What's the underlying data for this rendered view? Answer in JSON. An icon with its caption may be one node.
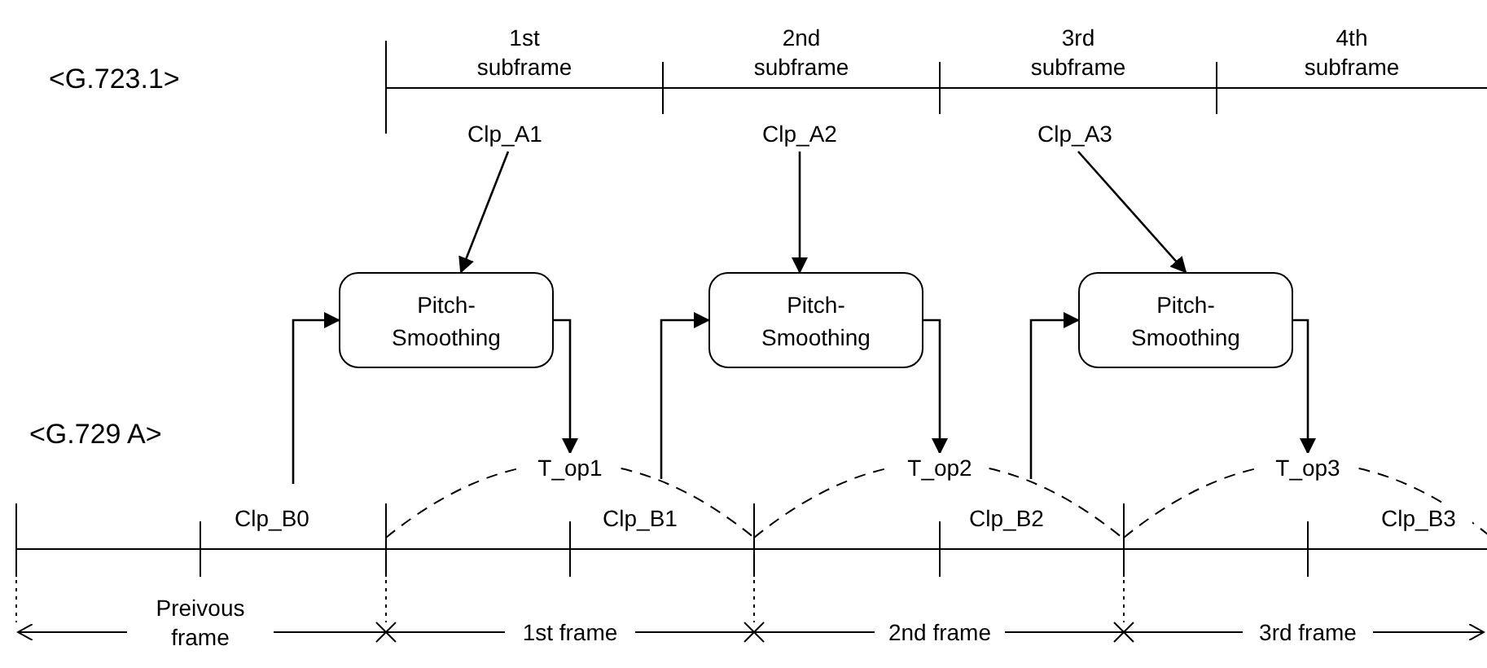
{
  "diagram": {
    "nodes": [
      {
        "text": [
          "Clp_A1"
        ]
      },
      {
        "text": [
          "Clp_A2"
        ]
      },
      {
        "text": [
          "Clp_A3"
        ]
      },
      {
        "text": [
          "Pitch- Smoothing"
        ]
      },
      {
        "text": [
          "Pitch- Smoothing"
        ]
      },
      {
        "text": [
          "Pitch- Smoothing"
        ]
      },
      {
        "text": [
          "Clp_B0"
        ]
      },
      {
        "text": [
          "Clp_B1"
        ]
      },
      {
        "text": [
          "Clp_B2"
        ]
      },
      {
        "text": [
          "T_op1"
        ]
      },
      {
        "text": [
          "T_op2"
        ]
      },
      {
        "text": [
          "T_op3"
        ]
      },
      {
        "text": [
          "Clp_B3"
        ]
      }
    ],
    "edges": [
      {
        "from": 0,
        "to": 3,
        "arrow": "to"
      },
      {
        "from": 1,
        "to": 4,
        "arrow": "to"
      },
      {
        "from": 2,
        "to": 5,
        "arrow": "to"
      },
      {
        "from": 6,
        "to": 3,
        "arrow": "to"
      },
      {
        "from": 7,
        "to": 4,
        "arrow": "to"
      },
      {
        "from": 8,
        "to": 5,
        "arrow": "to"
      },
      {
        "from": 3,
        "to": 9,
        "arrow": "to"
      },
      {
        "from": 4,
        "to": 10,
        "arrow": "to"
      },
      {
        "from": 5,
        "to": 11,
        "arrow": "to"
      }
    ],
    "labels": [
      "<G.723.1>",
      "1st subframe",
      "2nd subframe",
      "3rd subframe",
      "4th subframe",
      "<G.729 A>",
      "Preivous frame",
      "1st frame",
      "2nd frame",
      "3rd frame"
    ]
  }
}
